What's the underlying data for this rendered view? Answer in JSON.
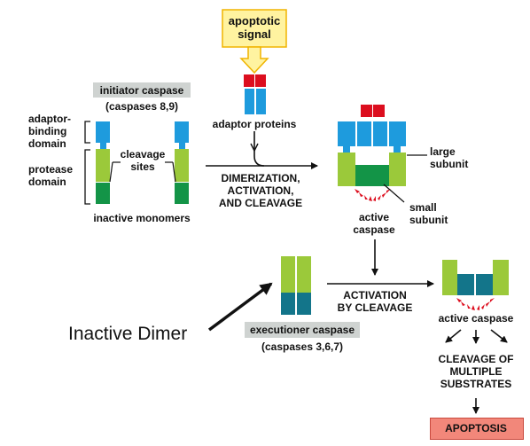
{
  "labels": {
    "apoptotic_signal": "apoptotic\nsignal",
    "adaptor_proteins": "adaptor proteins",
    "initiator_caspase": "initiator caspase",
    "initiator_caspase_sub": "(caspases 8,9)",
    "adaptor_binding_domain": "adaptor-\nbinding\ndomain",
    "protease_domain": "protease\ndomain",
    "cleavage_sites": "cleavage\nsites",
    "inactive_monomers": "inactive monomers",
    "dimerization_step": "DIMERIZATION,\nACTIVATION,\nAND CLEAVAGE",
    "large_subunit": "large\nsubunit",
    "small_subunit": "small\nsubunit",
    "active_caspase_1": "active\ncaspase",
    "activation_by_cleavage": "ACTIVATION\nBY CLEAVAGE",
    "inactive_dimer": "Inactive Dimer",
    "executioner_caspase": "executioner caspase",
    "executioner_caspase_sub": "(caspases 3,6,7)",
    "active_caspase_2": "active caspase",
    "cleavage_of_substrates": "CLEAVAGE OF\nMULTIPLE\nSUBSTRATES",
    "apoptosis": "APOPTOSIS"
  },
  "colors": {
    "red": "#dc0e1e",
    "blue": "#1e9bdd",
    "light_green": "#9bc93a",
    "dark_green": "#139447",
    "teal": "#13758a",
    "yellow": "#fff3a0",
    "grey_box": "#cfd3d1",
    "apoptosis_box": "#f2877a"
  }
}
